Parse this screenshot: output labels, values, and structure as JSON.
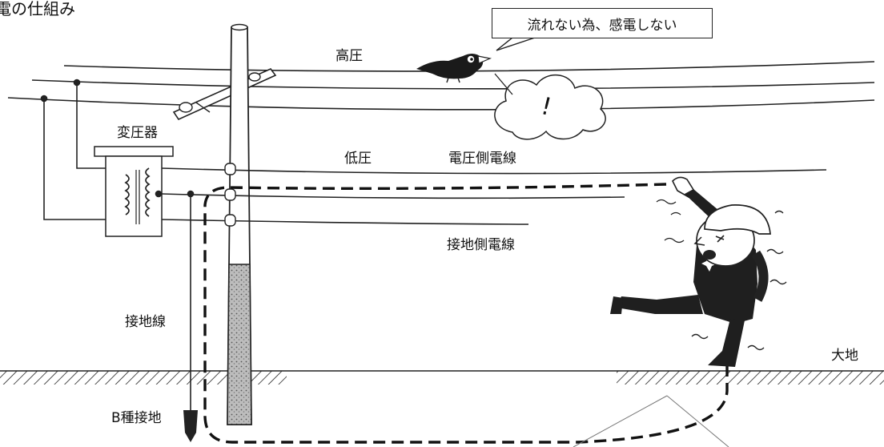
{
  "title": "電の仕組み",
  "speech": "流れない為、感電しない",
  "labels": {
    "high_voltage": "高圧",
    "transformer": "変圧器",
    "low_voltage": "低圧",
    "voltage_side_wire": "電圧側電線",
    "ground_side_wire": "接地側電線",
    "ground_wire": "接地線",
    "b_type_ground": "B種接地",
    "earth": "大地",
    "surprise": "!"
  }
}
